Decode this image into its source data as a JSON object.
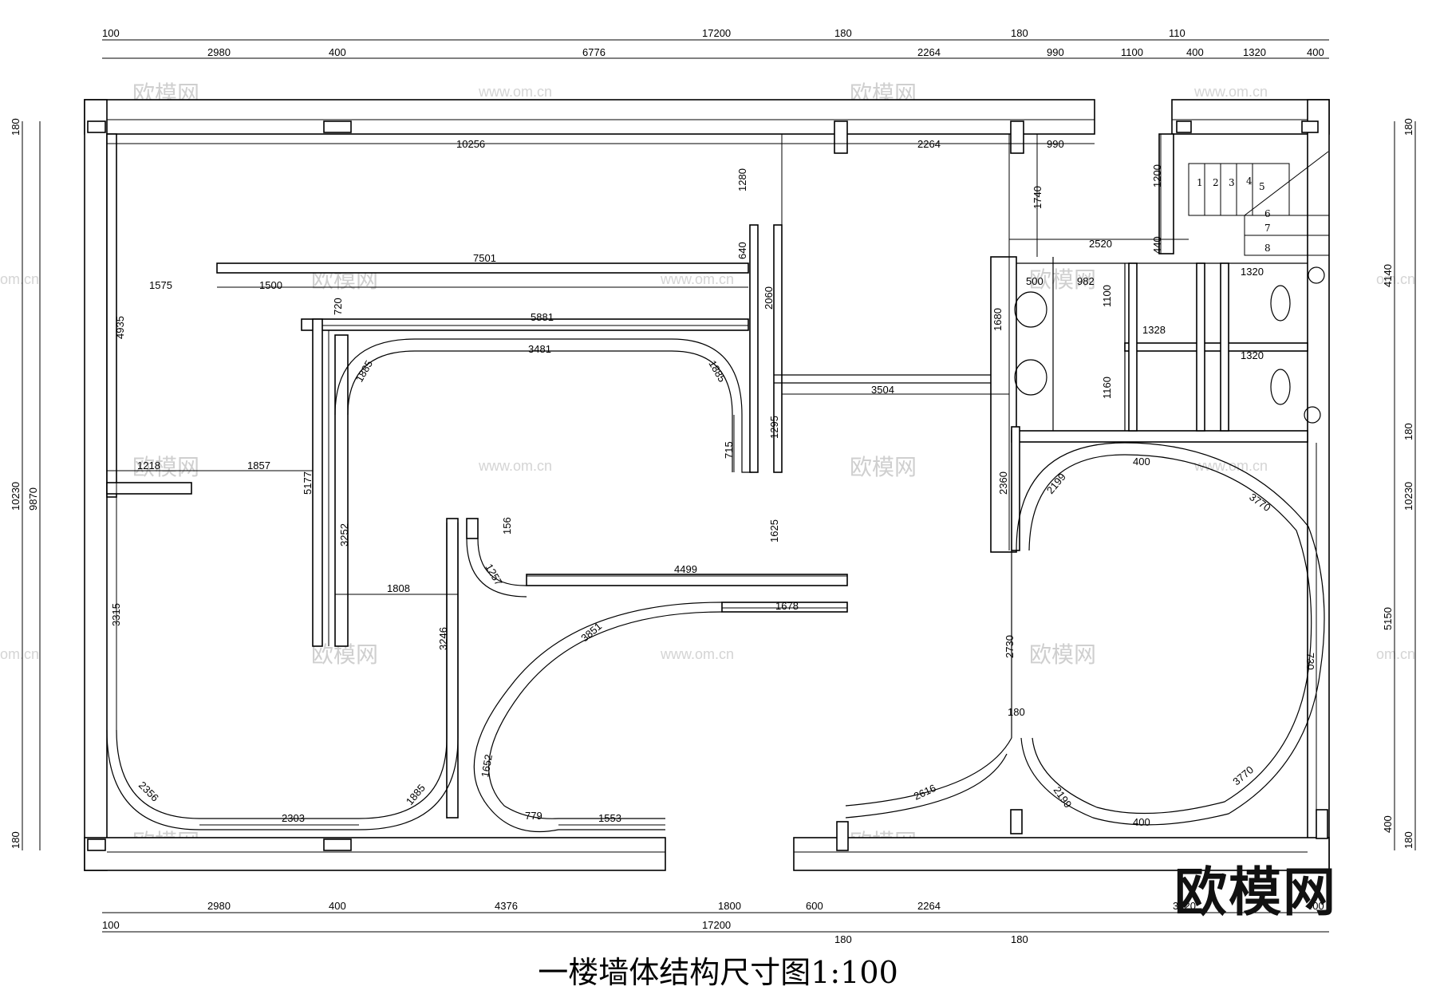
{
  "title": "一楼墙体结构尺寸图1:100",
  "logo": "欧模网",
  "watermark": {
    "brand": "欧模网",
    "url": "www.om.cn",
    "url_short": "om.cn"
  },
  "dims_top_row1": [
    "100",
    "17200",
    "180",
    "180",
    "110"
  ],
  "dims_top_row2": [
    "2980",
    "400",
    "6776",
    "2264",
    "990",
    "1100",
    "400",
    "1320",
    "400"
  ],
  "dims_bottom_row1": [
    "2980",
    "400",
    "4376",
    "1800",
    "600",
    "2264",
    "3920",
    "400"
  ],
  "dims_bottom_row2": [
    "100",
    "17200",
    "180",
    "180"
  ],
  "dims_left": [
    "180",
    "10230",
    "9870",
    "180"
  ],
  "dims_right": [
    "180",
    "4140",
    "180",
    "10230",
    "5150",
    "400",
    "180"
  ],
  "dims_inner": [
    "10256",
    "2264",
    "990",
    "1280",
    "1740",
    "1200",
    "7501",
    "640",
    "2520",
    "440",
    "1575",
    "1500",
    "720",
    "2060",
    "500",
    "982",
    "1320",
    "5881",
    "1680",
    "1100",
    "4935",
    "1328",
    "3481",
    "1885",
    "1885",
    "1320",
    "3504",
    "1160",
    "715",
    "1295",
    "1218",
    "1857",
    "5177",
    "2360",
    "400",
    "2199",
    "3770",
    "156",
    "3252",
    "1257",
    "4499",
    "1625",
    "1808",
    "1678",
    "3315",
    "3246",
    "3851",
    "2730",
    "730",
    "180",
    "1652",
    "2616",
    "2356",
    "1885",
    "2303",
    "779",
    "1553",
    "2199",
    "3770",
    "400"
  ],
  "stairs": [
    "1",
    "2",
    "3",
    "4",
    "5",
    "6",
    "7",
    "8"
  ]
}
